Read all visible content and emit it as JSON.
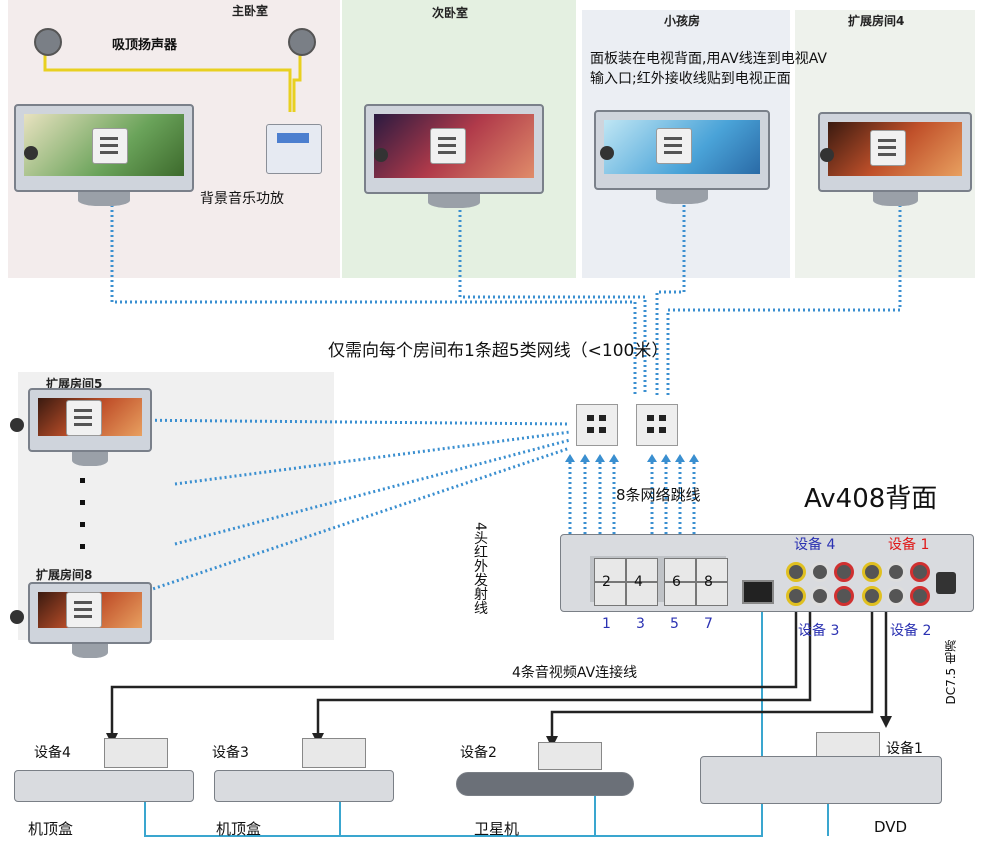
{
  "rooms": {
    "master_bedroom": "主卧室",
    "second_bedroom": "次卧室",
    "kids_room": "小孩房",
    "ext_room_4": "扩展房间4",
    "ext_room_5": "扩展房间5",
    "ext_room_8": "扩展房间8"
  },
  "labels": {
    "ceiling_speakers": "吸顶扬声器",
    "bg_music_amp": "背景音乐功放",
    "panel_note_line1": "面板装在电视背面,用AV线连到电视AV",
    "panel_note_line2": "输入口;红外接收线贴到电视正面",
    "cable_note": "仅需向每个房间布1条超5类网线（<100米）",
    "patch_cables": "8条网络跳线",
    "device_title": "Av408背面",
    "ir_emitter": "4头红外发射线",
    "av_cables": "4条音视频AV连接线",
    "power": "DC7.5 电源"
  },
  "rear_panel": {
    "port_numbers_top": [
      "2",
      "4",
      "6",
      "8"
    ],
    "port_numbers_bottom": [
      "1",
      "3",
      "5",
      "7"
    ],
    "device_4_top": "设备 4",
    "device_1_top": "设备 1",
    "device_3_bottom": "设备 3",
    "device_2_bottom": "设备 2"
  },
  "devices": {
    "d4_label": "设备4",
    "d3_label": "设备3",
    "d2_label": "设备2",
    "d1_label": "设备1",
    "d4_name": "机顶盒",
    "d3_name": "机顶盒",
    "d2_name": "卫星机",
    "d1_name": "DVD"
  },
  "colors": {
    "network_line": "#3a8fd0",
    "device_blue": "#2b32b2",
    "device_red": "#e01818",
    "speaker_wire": "#e8d020",
    "av_cable": "#222222"
  }
}
